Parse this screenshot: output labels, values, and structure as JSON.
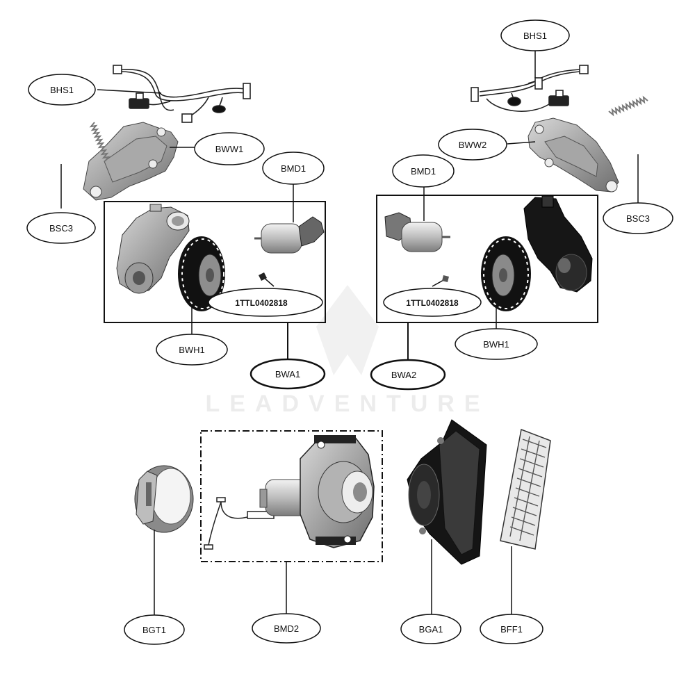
{
  "labels": {
    "bhs1_left": "BHS1",
    "bhs1_right": "BHS1",
    "bww1": "BWW1",
    "bww2": "BWW2",
    "bmd1_left": "BMD1",
    "bmd1_right": "BMD1",
    "bsc3_left": "BSC3",
    "bsc3_right": "BSC3",
    "screw_left": "1TTL0402818",
    "screw_right": "1TTL0402818",
    "bwh1_left": "BWH1",
    "bwh1_right": "BWH1",
    "bwa1": "BWA1",
    "bwa2": "BWA2",
    "bgt1": "BGT1",
    "bmd2": "BMD2",
    "bga1": "BGA1",
    "bff1": "BFF1"
  },
  "watermark": "LEADVENTURE",
  "colors": {
    "line": "#111111",
    "part_dark": "#1c1c1c",
    "part_mid": "#7a7a7a",
    "part_light": "#c4c4c4"
  }
}
